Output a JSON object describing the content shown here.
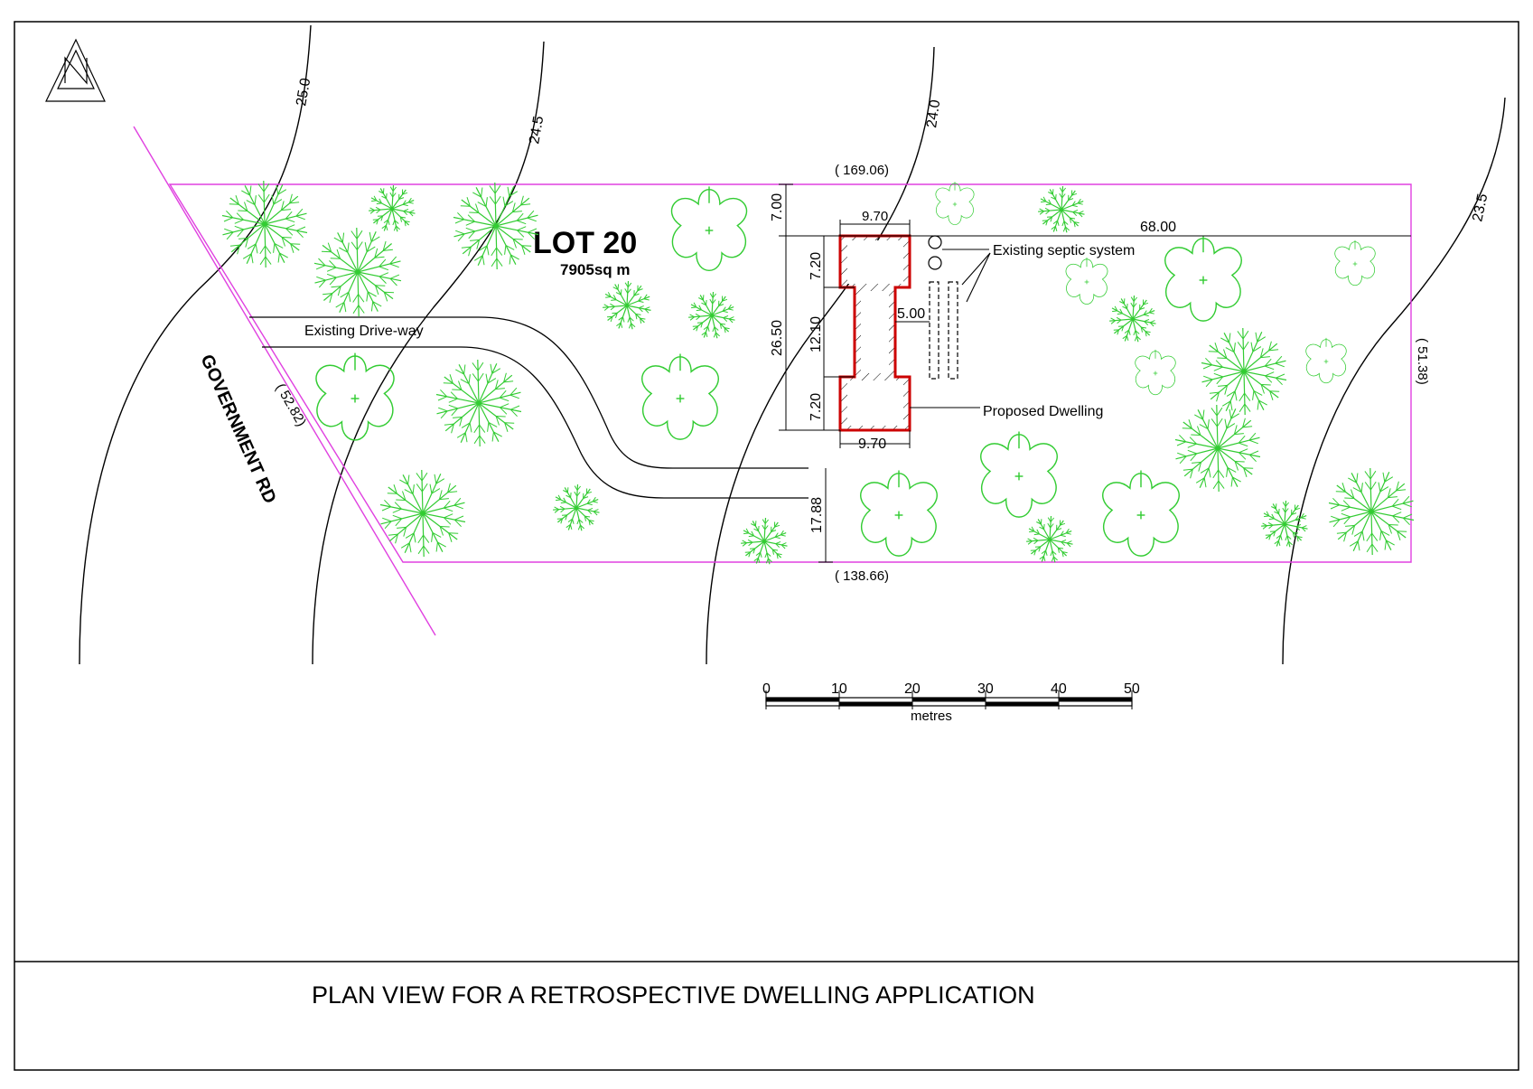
{
  "lot": {
    "name": "LOT 20",
    "area": "7905sq m"
  },
  "road": "GOVERNMENT RD",
  "boundaries": {
    "north": "( 169.06)",
    "south": "( 138.66)",
    "east": "( 51.38)",
    "west": "( 52.82)"
  },
  "contours": [
    "25.0",
    "24.5",
    "24.0",
    "23.5"
  ],
  "dimensions": {
    "top_offset": "7.00",
    "top_width": "9.70",
    "bottom_width": "9.70",
    "overall_depth": "26.50",
    "wing_top": "7.20",
    "middle": "12.10",
    "wing_bottom": "7.20",
    "to_east_boundary": "68.00",
    "septic_offset": "5.00",
    "to_south_boundary": "17.88"
  },
  "labels": {
    "driveway": "Existing Drive-way",
    "septic": "Existing septic system",
    "dwelling": "Proposed Dwelling"
  },
  "scale_bar": {
    "ticks": [
      "0",
      "10",
      "20",
      "30",
      "40",
      "50"
    ],
    "unit": "metres"
  },
  "title": "PLAN VIEW FOR A RETROSPECTIVE DWELLING APPLICATION",
  "colors": {
    "boundary": "#e040e0",
    "trees": "#33cc33",
    "dwelling": "#cc0000",
    "lines": "#000000"
  },
  "icons": {
    "north_arrow": "north-arrow-icon"
  }
}
